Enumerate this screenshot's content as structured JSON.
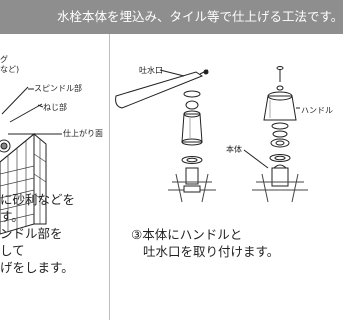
{
  "header": {
    "title": "水栓本体を埋込み、タイル等で仕上げる工法です。"
  },
  "left": {
    "labels": {
      "top1": "グ",
      "top2": "など)",
      "spindle": "スピンドル部",
      "thread": "ねじ部",
      "finish": "仕上がり面"
    },
    "text": [
      "に砂利などを",
      "す。",
      "ンドル部を",
      "して",
      "げをします。"
    ]
  },
  "right": {
    "labels": {
      "spout": "吐水口",
      "handle": "ハンドル",
      "body": "本体"
    },
    "text": [
      "③本体にハンドルと",
      "吐水口を取り付けます。"
    ]
  }
}
